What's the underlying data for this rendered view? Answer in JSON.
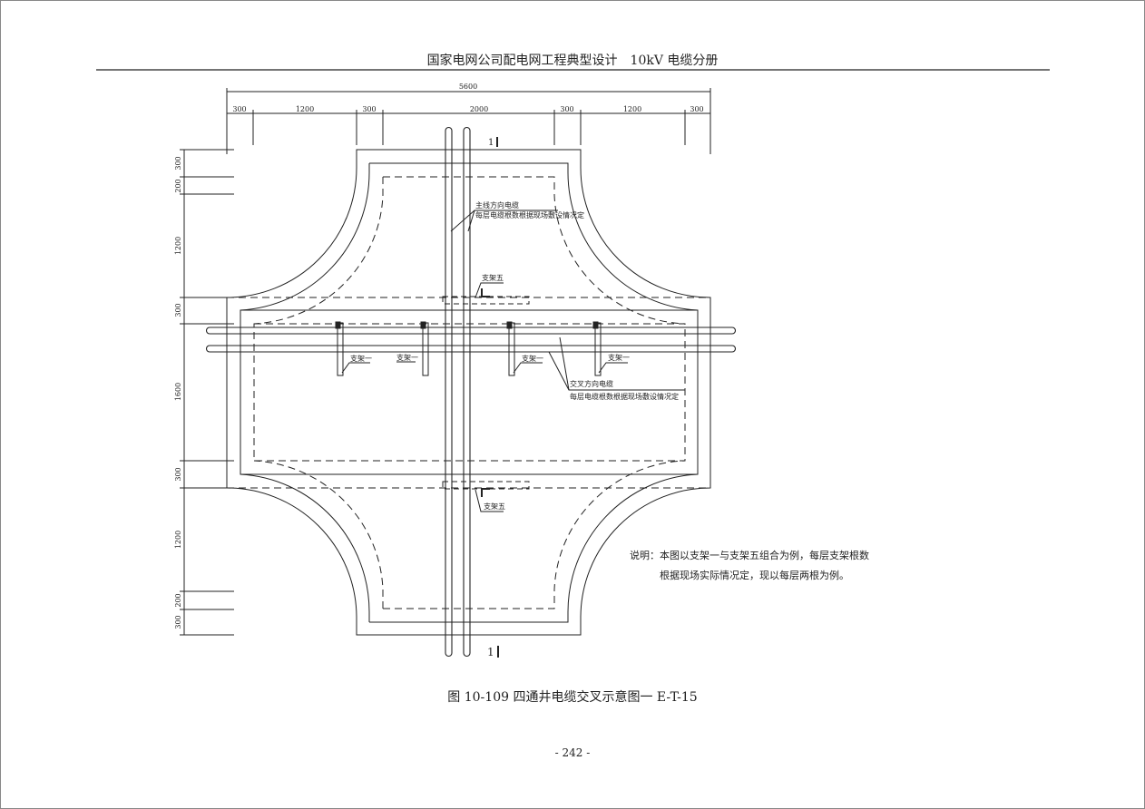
{
  "header": {
    "title": "国家电网公司配电网工程典型设计　10kV 电缆分册"
  },
  "dimensions": {
    "top_total": "5600",
    "top": [
      "300",
      "1200",
      "300",
      "2000",
      "300",
      "1200",
      "300"
    ],
    "left": [
      "300",
      "200",
      "1200",
      "300",
      "1600",
      "300",
      "1200",
      "200",
      "300"
    ]
  },
  "labels": {
    "section_mark": "1",
    "main_cable": "主线方向电缆",
    "main_cable_note": "每层电缆根数根据现场敷设情况定",
    "cross_cable": "交叉方向电缆",
    "cross_cable_note": "每层电缆根数根据现场敷设情况定",
    "bracket_five": "支架五",
    "bracket_one": "支架一"
  },
  "note": {
    "line1": "说明：本图以支架一与支架五组合为例，每层支架根数",
    "line2": "根据现场实际情况定，现以每层两根为例。"
  },
  "caption": "图 10-109 四通井电缆交叉示意图一  E-T-15",
  "page_number": "- 242 -"
}
